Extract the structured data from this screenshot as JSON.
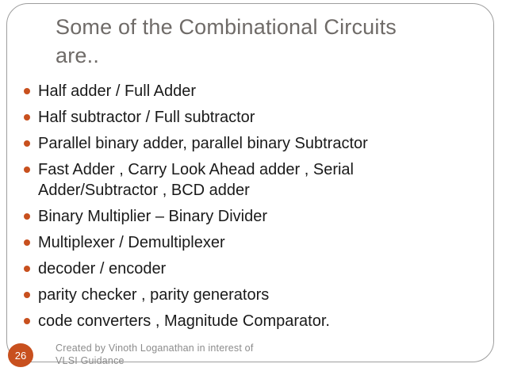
{
  "slide": {
    "title_lines": [
      "Some of the Combinational Circuits",
      "are.."
    ],
    "bullets": [
      "Half adder / Full Adder",
      "Half subtractor / Full subtractor",
      "Parallel binary adder, parallel binary Subtractor",
      "Fast Adder , Carry Look Ahead adder , Serial Adder/Subtractor , BCD adder",
      "Binary Multiplier – Binary Divider",
      "Multiplexer / Demultiplexer",
      "decoder / encoder",
      "parity checker , parity generators",
      "code converters , Magnitude Comparator."
    ],
    "footer": {
      "page_number": "26",
      "credit_lines": [
        "Created by Vinoth Loganathan in interest of",
        "VLSI Guidance"
      ]
    },
    "colors": {
      "accent_orange": "#C8501E",
      "title_gray": "#6F6B68",
      "body_text": "#1A1A1A",
      "border_gray": "#9E9E9E",
      "footer_gray": "#8C8C8C"
    }
  }
}
